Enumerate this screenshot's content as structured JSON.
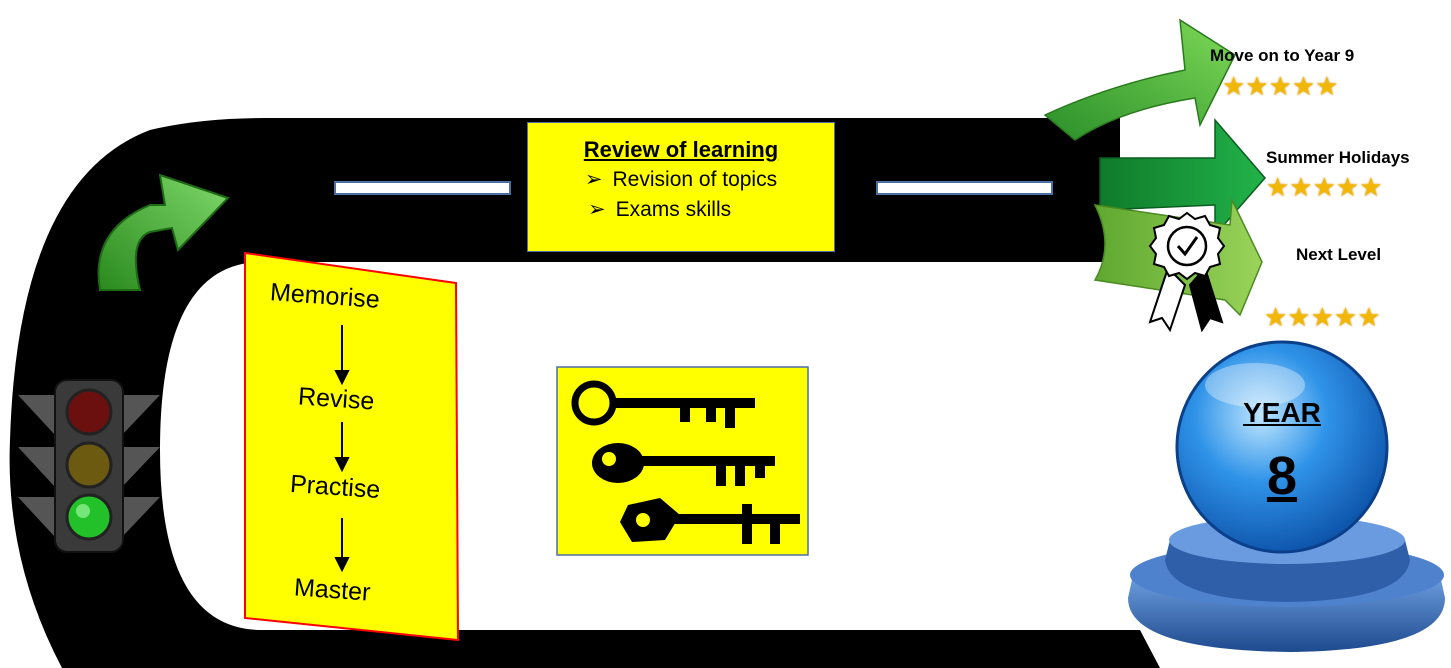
{
  "review": {
    "title": "Review of learning",
    "items": [
      "Revision of topics",
      "Exams skills"
    ],
    "bullet_icon": "arrow-bullet-icon"
  },
  "steps": [
    "Memorise",
    "Revise",
    "Practise",
    "Master"
  ],
  "goals": [
    {
      "label": "Move on to Year 9",
      "stars": 5
    },
    {
      "label": "Summer Holidays",
      "stars": 5
    },
    {
      "label": "Next Level",
      "stars": 5
    }
  ],
  "badge": {
    "label": "YEAR",
    "number": "8"
  },
  "colors": {
    "road": "#000000",
    "panel": "#ffff00",
    "arrow_green": "#3cb043",
    "star": "#f2b705",
    "badge_blue": "#1e73d8",
    "pedestal": "#3a68b0"
  },
  "icons": [
    "traffic-light-icon",
    "turn-arrow-icon",
    "keys-icon",
    "award-ribbon-icon",
    "star-icon"
  ]
}
